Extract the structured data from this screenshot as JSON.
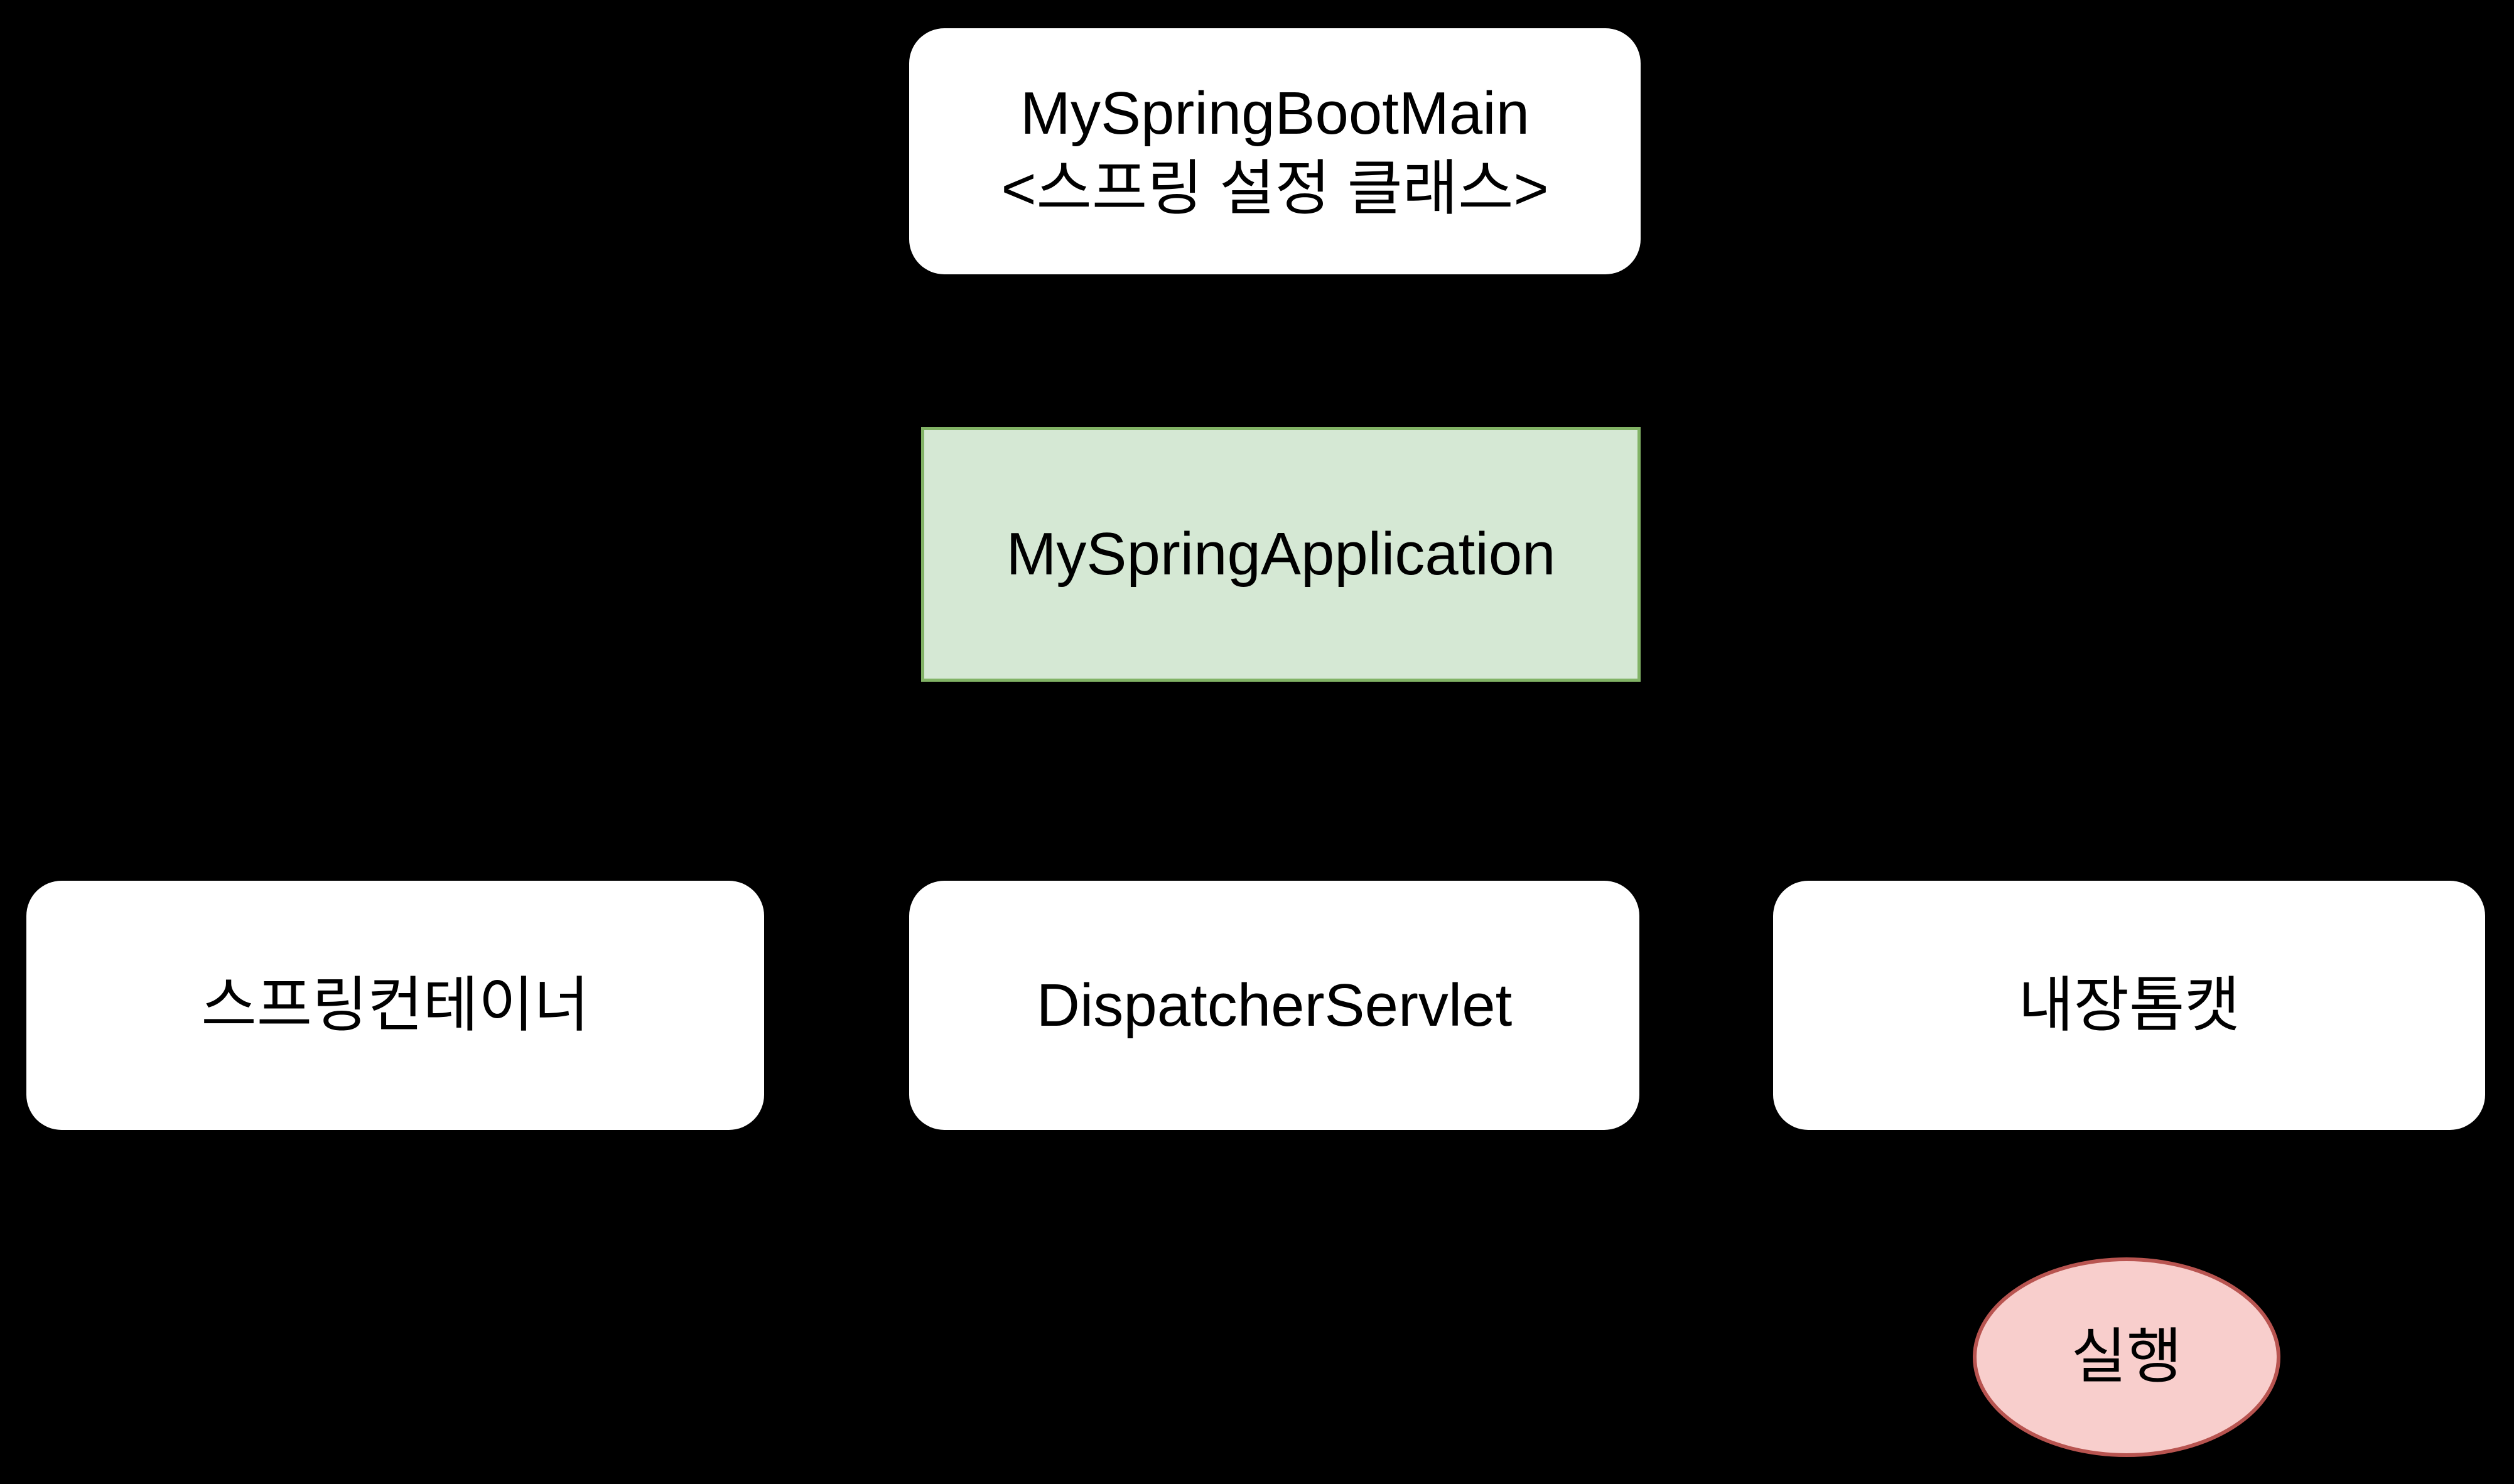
{
  "diagram": {
    "background_color": "#000000",
    "nodes": {
      "config_class": {
        "shape": "rounded-rectangle",
        "fill": "#ffffff",
        "text_color": "#000000",
        "line1": "MySpringBootMain",
        "line2": "<스프링 설정 클래스>"
      },
      "application": {
        "shape": "rounded-rectangle",
        "fill": "#d5e8d4",
        "border_color": "#82b366",
        "text_color": "#000000",
        "label": "MySpringApplication"
      },
      "spring_container": {
        "shape": "rounded-rectangle",
        "fill": "#ffffff",
        "text_color": "#000000",
        "label": "스프링컨테이너"
      },
      "dispatcher_servlet": {
        "shape": "rounded-rectangle",
        "fill": "#ffffff",
        "text_color": "#000000",
        "label": "DispatcherServlet"
      },
      "embedded_tomcat": {
        "shape": "rounded-rectangle",
        "fill": "#ffffff",
        "text_color": "#000000",
        "label": "내장톰캣"
      },
      "run": {
        "shape": "ellipse",
        "fill": "#f8cecc",
        "border_color": "#b85450",
        "text_color": "#000000",
        "label": "실행"
      }
    }
  }
}
